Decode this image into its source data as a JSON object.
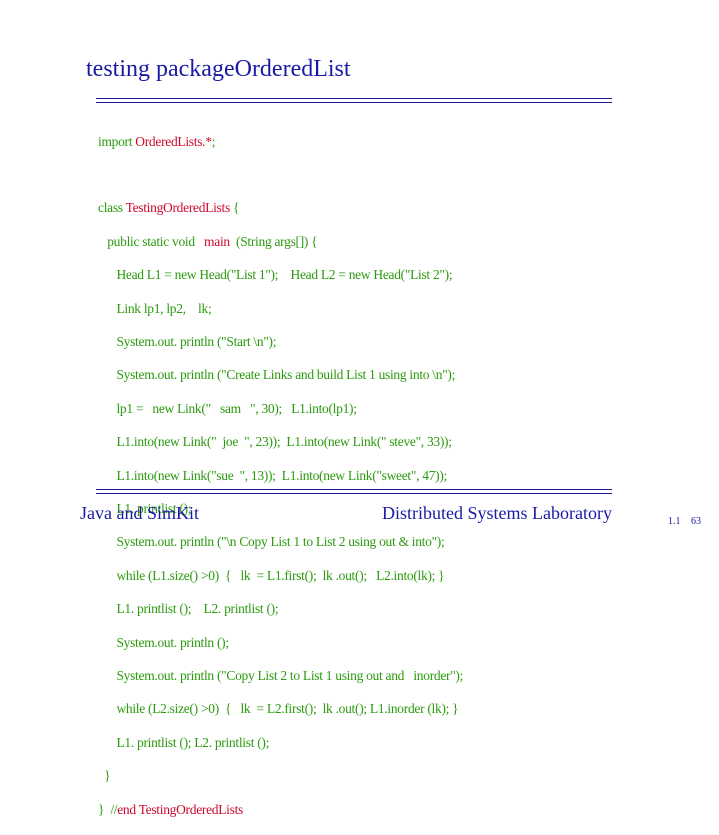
{
  "slide": {
    "title_a": "testing package",
    "title_b": "OrderedList"
  },
  "code": {
    "l1_a": "import ",
    "l1_b": "OrderedLists.*",
    "l1_c": ";",
    "l2": "",
    "l3_a": "class ",
    "l3_b": "TestingOrderedLists",
    "l3_c": " {",
    "l4_a": "   public static void   ",
    "l4_b": "main",
    "l4_c": "  (String args[]) {",
    "l5": "      Head L1 = new Head(\"List 1\");    Head L2 = new Head(\"List 2\");",
    "l6": "      Link lp1, lp2,    lk;",
    "l7": "      System.out. println (\"Start \\n\");",
    "l8": "      System.out. println (\"Create Links and build List 1 using into \\n\");",
    "l9": "      lp1 =   new Link(\"   sam   \", 30);   L1.into(lp1);",
    "l10": "      L1.into(new Link(\"  joe  \", 23));  L1.into(new Link(\" steve\", 33));",
    "l11": "      L1.into(new Link(\"sue  \", 13));  L1.into(new Link(\"sweet\", 47));",
    "l12": "      L1. printlist ();",
    "l13": "      System.out. println (\"\\n Copy List 1 to List 2 using out & into\");",
    "l14": "      while (L1.size() >0)  {   lk  = L1.first();  lk .out();   L2.into(lk); }",
    "l15": "      L1. printlist ();    L2. printlist ();",
    "l16": "      System.out. println ();",
    "l17": "      System.out. println (\"Copy List 2 to List 1 using out and   inorder\");",
    "l18": "      while (L2.size() >0)  {   lk  = L2.first();  lk .out(); L1.inorder (lk); }",
    "l19": "      L1. printlist (); L2. printlist ();",
    "l20": "  }",
    "l21_a": "}  //",
    "l21_b": "end TestingOrderedLists"
  },
  "footer": {
    "left": "Java and SimKit",
    "right": "Distributed Systems Laboratory",
    "section": "1.1",
    "page": "63"
  },
  "colors": {
    "title": "#1a1aa6",
    "code": "#2b9a0e",
    "keyword": "#cc0a2e"
  }
}
